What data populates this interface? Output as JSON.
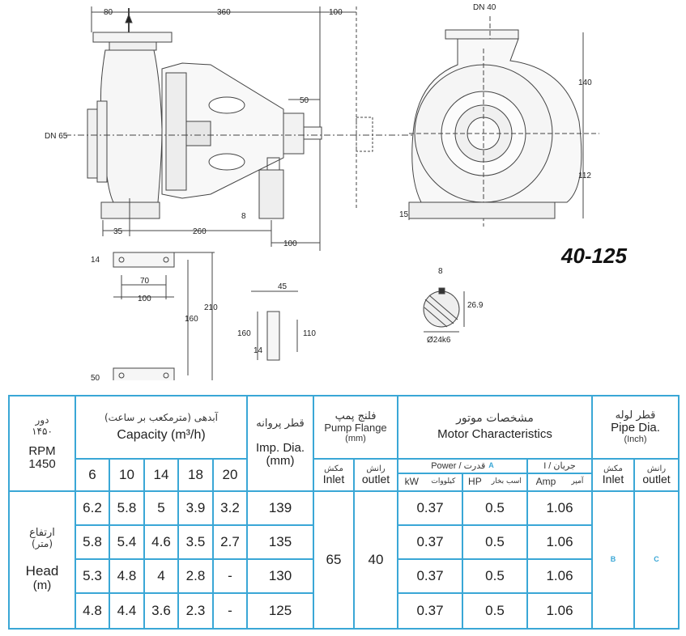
{
  "drawing": {
    "dims": {
      "d80": "80",
      "d360": "360",
      "d100_top": "100",
      "dn65": "DN 65",
      "d50_shaft": "50",
      "d8_foot": "8",
      "d35": "35",
      "d260": "260",
      "d100_bottom": "100",
      "dn40": "DN 40",
      "d140": "140",
      "d112": "112",
      "d15": "15",
      "f14": "14",
      "f70": "70",
      "f100": "100",
      "f210": "210",
      "f160": "160",
      "f50": "50",
      "s45": "45",
      "s160": "160",
      "s110": "110",
      "s14": "14",
      "k8": "8",
      "k269": "26.9",
      "kdia": "Ø24k6"
    },
    "model": "40-125"
  },
  "table": {
    "speed": {
      "fa_label": "دور",
      "fa_value": "۱۴۵۰",
      "en_label": "RPM",
      "en_value": "1450"
    },
    "capacity": {
      "fa": "آبدهی (مترمکعب بر ساعت)",
      "en": "Capacity (m³/h)",
      "values": [
        "6",
        "10",
        "14",
        "18",
        "20"
      ]
    },
    "imp": {
      "fa": "قطر پروانه",
      "en": "Imp. Dia.",
      "unit": "(mm)"
    },
    "flange": {
      "fa": "فلنج پمپ",
      "en": "Pump Flange",
      "unit": "(mm)",
      "inlet_fa": "مکش",
      "inlet_en": "Inlet",
      "outlet_fa": "رانش",
      "outlet_en": "outlet",
      "inlet": "65",
      "outlet": "40"
    },
    "motor": {
      "fa": "مشخصات موتور",
      "en": "Motor Characteristics",
      "power": "Power  /  قدرت",
      "power_mark": "A",
      "current": "I  /  جریان",
      "kw": "kW",
      "kw_fa": "کیلووات",
      "hp": "HP",
      "hp_fa": "اسب بخار",
      "amp": "Amp",
      "amp_fa": "آمپر"
    },
    "pipe": {
      "fa": "قطر لوله",
      "en": "Pipe Dia.",
      "unit": "(Inch)",
      "inlet_fa": "مکش",
      "inlet_en": "Inlet",
      "outlet_fa": "رانش",
      "outlet_en": "outlet",
      "inlet_mark": "B",
      "outlet_mark": "C"
    },
    "head": {
      "fa": "ارتفاع",
      "fa_unit": "(متر)",
      "en": "Head",
      "unit": "(m)"
    },
    "rows": [
      {
        "heads": [
          "6.2",
          "5.8",
          "5",
          "3.9",
          "3.2"
        ],
        "imp": "139",
        "kw": "0.37",
        "hp": "0.5",
        "amp": "1.06"
      },
      {
        "heads": [
          "5.8",
          "5.4",
          "4.6",
          "3.5",
          "2.7"
        ],
        "imp": "135",
        "kw": "0.37",
        "hp": "0.5",
        "amp": "1.06"
      },
      {
        "heads": [
          "5.3",
          "4.8",
          "4",
          "2.8",
          "-"
        ],
        "imp": "130",
        "kw": "0.37",
        "hp": "0.5",
        "amp": "1.06"
      },
      {
        "heads": [
          "4.8",
          "4.4",
          "3.6",
          "2.3",
          "-"
        ],
        "imp": "125",
        "kw": "0.37",
        "hp": "0.5",
        "amp": "1.06"
      }
    ]
  }
}
